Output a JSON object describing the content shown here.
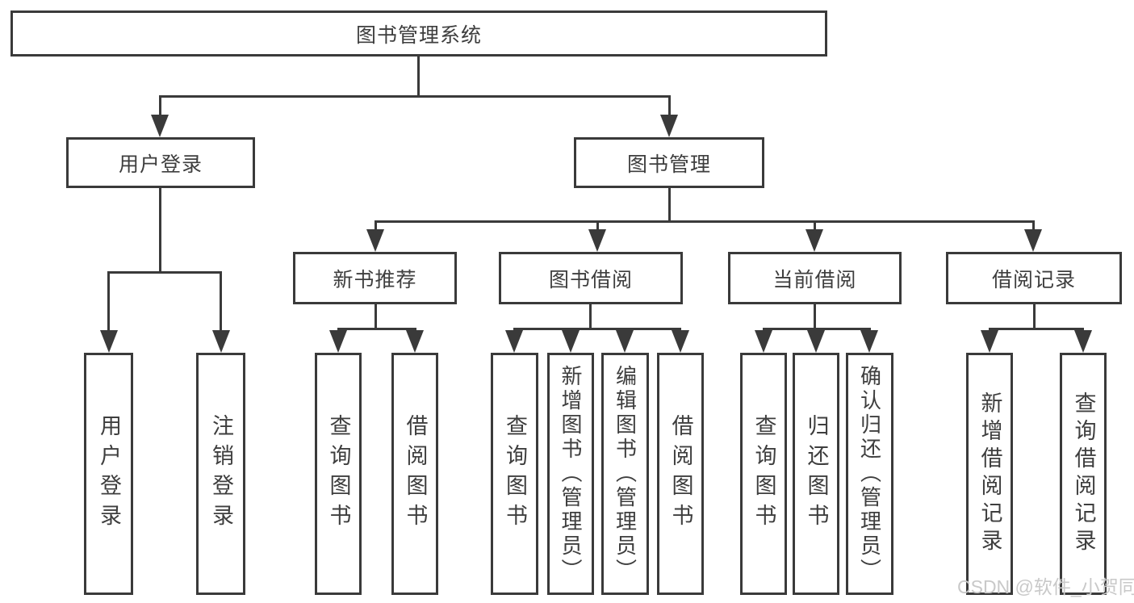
{
  "diagram": {
    "root_label": "图书管理系统",
    "level2": {
      "user_login_label": "用户登录",
      "book_mgmt_label": "图书管理"
    },
    "level3": {
      "new_book_label": "新书推荐",
      "book_borrow_label": "图书借阅",
      "current_borrow_label": "当前借阅",
      "borrow_record_label": "借阅记录"
    },
    "leaves": {
      "user_login": [
        "用户登录",
        "注销登录"
      ],
      "new_book": [
        "查询图书",
        "借阅图书"
      ],
      "book_borrow": [
        "查询图书",
        "新增图书（管理员）",
        "编辑图书（管理员）",
        "借阅图书"
      ],
      "current_borrow": [
        "查询图书",
        "归还图书",
        "确认归还（管理员）"
      ],
      "borrow_record": [
        "新增借阅记录",
        "查询借阅记录"
      ]
    },
    "colors": {
      "line": "#3a3a3a",
      "text": "#3e3e3e",
      "watermark": "#c9c9c9",
      "background": "#ffffff"
    },
    "watermark_text": "CSDN @软件_小贺同学"
  }
}
